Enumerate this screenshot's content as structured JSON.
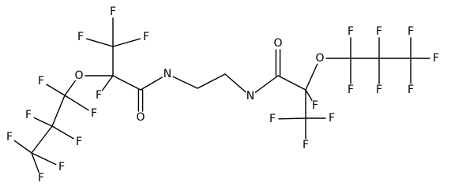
{
  "molecule": {
    "atoms": [
      {
        "id": "cf3a",
        "label": ""
      },
      {
        "id": "f1",
        "label": "F"
      },
      {
        "id": "f2",
        "label": "F"
      },
      {
        "id": "f3",
        "label": "F"
      },
      {
        "id": "ca",
        "label": ""
      },
      {
        "id": "fa",
        "label": "F"
      },
      {
        "id": "o1",
        "label": "O"
      },
      {
        "id": "pa1",
        "label": ""
      },
      {
        "id": "f4",
        "label": "F"
      },
      {
        "id": "f5",
        "label": "F"
      },
      {
        "id": "pa2",
        "label": ""
      },
      {
        "id": "f6",
        "label": "F"
      },
      {
        "id": "f7",
        "label": "F"
      },
      {
        "id": "pa3",
        "label": ""
      },
      {
        "id": "f8",
        "label": "F"
      },
      {
        "id": "f9",
        "label": "F"
      },
      {
        "id": "f10",
        "label": "F"
      },
      {
        "id": "c1",
        "label": ""
      },
      {
        "id": "oa",
        "label": "O"
      },
      {
        "id": "n1",
        "label": "N"
      },
      {
        "id": "e1",
        "label": ""
      },
      {
        "id": "e2",
        "label": ""
      },
      {
        "id": "n2",
        "label": "N"
      },
      {
        "id": "c2",
        "label": ""
      },
      {
        "id": "ob",
        "label": "O"
      },
      {
        "id": "cb",
        "label": ""
      },
      {
        "id": "fb",
        "label": "F"
      },
      {
        "id": "cf3b",
        "label": ""
      },
      {
        "id": "f11",
        "label": "F"
      },
      {
        "id": "f12",
        "label": "F"
      },
      {
        "id": "f13",
        "label": "F"
      },
      {
        "id": "o2",
        "label": "O"
      },
      {
        "id": "pb1",
        "label": ""
      },
      {
        "id": "f14",
        "label": "F"
      },
      {
        "id": "f15",
        "label": "F"
      },
      {
        "id": "pb2",
        "label": ""
      },
      {
        "id": "f16",
        "label": "F"
      },
      {
        "id": "f17",
        "label": "F"
      },
      {
        "id": "pb3",
        "label": ""
      },
      {
        "id": "f18",
        "label": "F"
      },
      {
        "id": "f19",
        "label": "F"
      },
      {
        "id": "f20",
        "label": "F"
      }
    ],
    "bonds": [
      {
        "a": "cf3a",
        "b": "f1",
        "order": 1
      },
      {
        "a": "cf3a",
        "b": "f2",
        "order": 1
      },
      {
        "a": "cf3a",
        "b": "f3",
        "order": 1
      },
      {
        "a": "cf3a",
        "b": "ca",
        "order": 1
      },
      {
        "a": "ca",
        "b": "fa",
        "order": 1
      },
      {
        "a": "ca",
        "b": "o1",
        "order": 1
      },
      {
        "a": "o1",
        "b": "pa1",
        "order": 1
      },
      {
        "a": "pa1",
        "b": "f4",
        "order": 1
      },
      {
        "a": "pa1",
        "b": "f5",
        "order": 1
      },
      {
        "a": "pa1",
        "b": "pa2",
        "order": 1
      },
      {
        "a": "pa2",
        "b": "f6",
        "order": 1
      },
      {
        "a": "pa2",
        "b": "f7",
        "order": 1
      },
      {
        "a": "pa2",
        "b": "pa3",
        "order": 1
      },
      {
        "a": "pa3",
        "b": "f8",
        "order": 1
      },
      {
        "a": "pa3",
        "b": "f9",
        "order": 1
      },
      {
        "a": "pa3",
        "b": "f10",
        "order": 1
      },
      {
        "a": "ca",
        "b": "c1",
        "order": 1
      },
      {
        "a": "c1",
        "b": "oa",
        "order": 2
      },
      {
        "a": "c1",
        "b": "n1",
        "order": 1
      },
      {
        "a": "n1",
        "b": "e1",
        "order": 1
      },
      {
        "a": "e1",
        "b": "e2",
        "order": 1
      },
      {
        "a": "e2",
        "b": "n2",
        "order": 1
      },
      {
        "a": "n2",
        "b": "c2",
        "order": 1
      },
      {
        "a": "c2",
        "b": "ob",
        "order": 2
      },
      {
        "a": "c2",
        "b": "cb",
        "order": 1
      },
      {
        "a": "cb",
        "b": "fb",
        "order": 1
      },
      {
        "a": "cb",
        "b": "cf3b",
        "order": 1
      },
      {
        "a": "cf3b",
        "b": "f11",
        "order": 1
      },
      {
        "a": "cf3b",
        "b": "f12",
        "order": 1
      },
      {
        "a": "cf3b",
        "b": "f13",
        "order": 1
      },
      {
        "a": "cb",
        "b": "o2",
        "order": 1
      },
      {
        "a": "o2",
        "b": "pb1",
        "order": 1
      },
      {
        "a": "pb1",
        "b": "f14",
        "order": 1
      },
      {
        "a": "pb1",
        "b": "f15",
        "order": 1
      },
      {
        "a": "pb1",
        "b": "pb2",
        "order": 1
      },
      {
        "a": "pb2",
        "b": "f16",
        "order": 1
      },
      {
        "a": "pb2",
        "b": "f17",
        "order": 1
      },
      {
        "a": "pb2",
        "b": "pb3",
        "order": 1
      },
      {
        "a": "pb3",
        "b": "f18",
        "order": 1
      },
      {
        "a": "pb3",
        "b": "f19",
        "order": 1
      },
      {
        "a": "pb3",
        "b": "f20",
        "order": 1
      }
    ]
  }
}
